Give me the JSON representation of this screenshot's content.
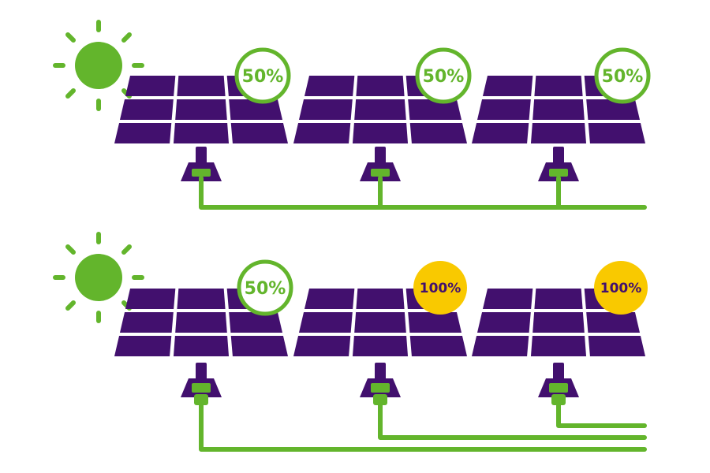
{
  "colors": {
    "panel": "#42106e",
    "accent_green": "#63b52c",
    "badge_yellow": "#f9c900",
    "badge_yellow_text": "#42106e",
    "background": "#ffffff"
  },
  "rows": [
    {
      "id": "top-row",
      "sun_icon": "sun-icon",
      "panels": [
        {
          "badge": "50%",
          "badge_style": "outline"
        },
        {
          "badge": "50%",
          "badge_style": "outline"
        },
        {
          "badge": "50%",
          "badge_style": "outline"
        }
      ],
      "wiring": "shared-single-line"
    },
    {
      "id": "bottom-row",
      "sun_icon": "sun-icon",
      "panels": [
        {
          "badge": "50%",
          "badge_style": "outline"
        },
        {
          "badge": "100%",
          "badge_style": "filled"
        },
        {
          "badge": "100%",
          "badge_style": "filled"
        }
      ],
      "wiring": "separate-lines"
    }
  ]
}
